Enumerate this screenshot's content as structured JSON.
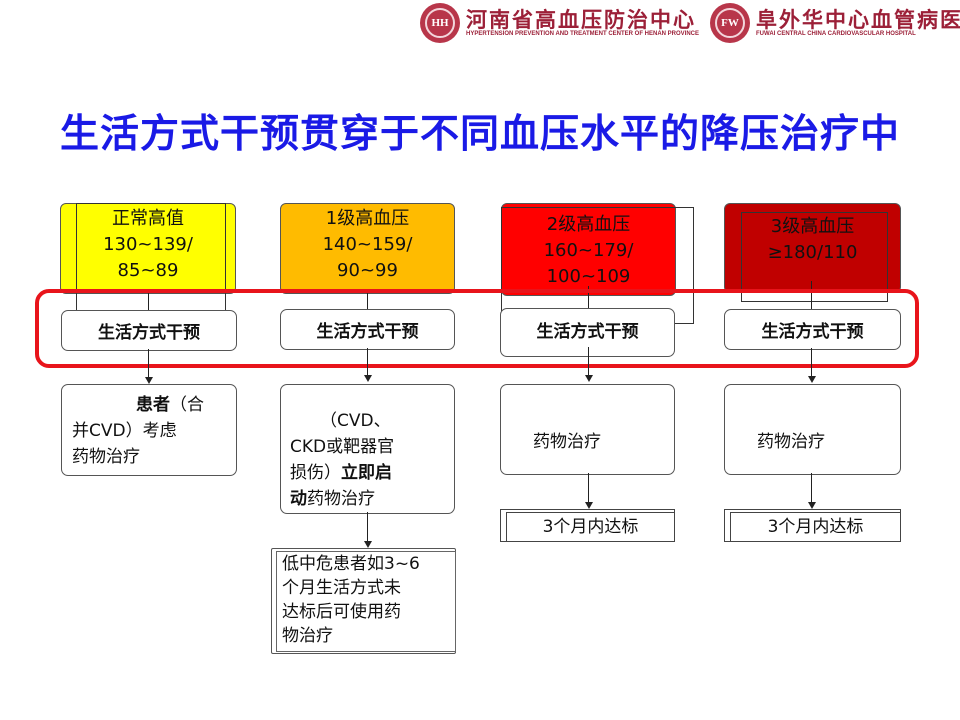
{
  "header": {
    "left_org_cn": "河南省高血压防治中心",
    "left_org_en": "HYPERTENSION PREVENTION AND TREATMENT CENTER OF HENAN PROVINCE",
    "right_org_cn": "阜外华中心血管病医院",
    "right_org_en": "FUWAI CENTRAL CHINA CARDIOVASCULAR HOSPITAL"
  },
  "title": "生活方式干预贯穿于不同血压水平的降压治疗中",
  "levels": [
    {
      "line1": "正常高值",
      "line2": "130~139/",
      "line3": "85~89",
      "color": "#ffff00"
    },
    {
      "line1": "1级高血压",
      "line2": "140~159/",
      "line3": "90~99",
      "color": "#ffbb00"
    },
    {
      "line1": "2级高血压",
      "line2": "160~179/",
      "line3": "100~109",
      "color": "#ff0000"
    },
    {
      "line1": "3级高血压",
      "line2": "≥180/110",
      "line3": "",
      "color": "#c00000"
    }
  ],
  "lifestyle_label": "生活方式干预",
  "treatments": {
    "normal_high": {
      "bold": "患者",
      "rest1": "（合",
      "line2": "并CVD）考虑",
      "line3": "药物治疗"
    },
    "grade1": {
      "line1": "（CVD、",
      "line2": "CKD或靶器官",
      "line3a": "损伤）",
      "line3b": "立即启",
      "line4a": "动",
      "line4b": "药物治疗"
    },
    "grade2": "药物治疗",
    "grade3": "药物治疗"
  },
  "target_label": "3个月内达标",
  "grade1_followup": {
    "line1": "低中危患者如3~6",
    "line2": "个月生活方式未",
    "line3": "达标后可使用药",
    "line4": "物治疗"
  },
  "colors": {
    "title": "#1a1ae6",
    "frame": "#e8141b",
    "brand": "#9c2038"
  }
}
